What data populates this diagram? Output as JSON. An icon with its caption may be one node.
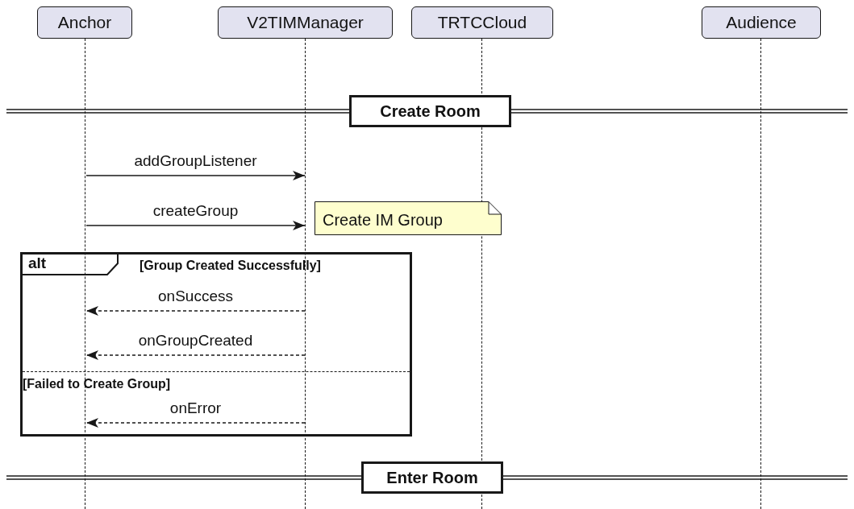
{
  "diagram": {
    "nodes": [
      {
        "text": [
          "Anchor"
        ]
      },
      {
        "text": [
          "V2TIMManager"
        ]
      },
      {
        "text": [
          "TRTCCloud"
        ]
      },
      {
        "text": [
          "Audience"
        ]
      },
      {
        "text": [],
        "shape": "line"
      },
      {
        "text": [],
        "shape": "line"
      },
      {
        "text": [],
        "shape": "line"
      },
      {
        "text": [],
        "shape": "line"
      },
      {
        "text": [
          "Create Room"
        ]
      },
      {
        "text": [
          "Create IM Group"
        ]
      },
      {
        "text": [
          "alt",
          "[Group Created Successfully]"
        ]
      },
      {
        "text": [
          "Enter Room"
        ]
      }
    ],
    "labels": [
      "[Failed to Create Group]"
    ],
    "edges": [
      {
        "from": 4,
        "to": 5,
        "arrow": "to",
        "label": "addGroupListener"
      },
      {
        "from": 4,
        "to": 5,
        "arrow": "to",
        "label": "createGroup"
      },
      {
        "from": 5,
        "to": 4,
        "arrow": "to",
        "label": "onSuccess",
        "style": "dashed"
      },
      {
        "from": 5,
        "to": 4,
        "arrow": "to",
        "label": "onGroupCreated",
        "style": "dashed"
      },
      {
        "from": 5,
        "to": 4,
        "arrow": "to",
        "label": "onError",
        "style": "dashed"
      }
    ]
  }
}
